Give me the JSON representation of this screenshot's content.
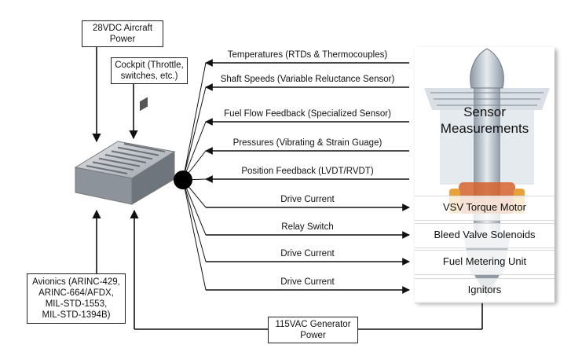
{
  "sources": {
    "power_28vdc": [
      "28VDC Aircraft",
      "Power"
    ],
    "cockpit": [
      "Cockpit (Throttle,",
      "switches, etc.)"
    ],
    "avionics": [
      "Avionics (ARINC-429,",
      "ARINC-664/AFDX,",
      "MIL-STD-1553,",
      "MIL-STD-1394B)"
    ],
    "generator": [
      "115VAC Generator",
      "Power"
    ]
  },
  "signals": [
    {
      "label": "Temperatures (RTDs & Thermocouples)",
      "direction": "inbound"
    },
    {
      "label": "Shaft Speeds (Variable Reluctance Sensor)",
      "direction": "inbound"
    },
    {
      "label": "Fuel Flow Feedback (Specialized Sensor)",
      "direction": "inbound"
    },
    {
      "label": "Pressures (Vibrating & Strain Guage)",
      "direction": "inbound"
    },
    {
      "label": "Position Feedback (LVDT/RVDT)",
      "direction": "inbound"
    },
    {
      "label": "Drive Current",
      "direction": "outbound"
    },
    {
      "label": "Relay Switch",
      "direction": "outbound"
    },
    {
      "label": "Drive Current",
      "direction": "outbound"
    },
    {
      "label": "Drive Current",
      "direction": "outbound"
    }
  ],
  "engine_panel": {
    "sensor_label": [
      "Sensor",
      "Measurements"
    ],
    "actuators": [
      "VSV Torque Motor",
      "Bleed Valve Solenoids",
      "Fuel Metering Unit",
      "Ignitors"
    ]
  },
  "colors": {
    "line": "#111111",
    "engine_metal": "#c9d2da",
    "engine_hot": "#d4622a",
    "fuel": "#e8a23a"
  }
}
